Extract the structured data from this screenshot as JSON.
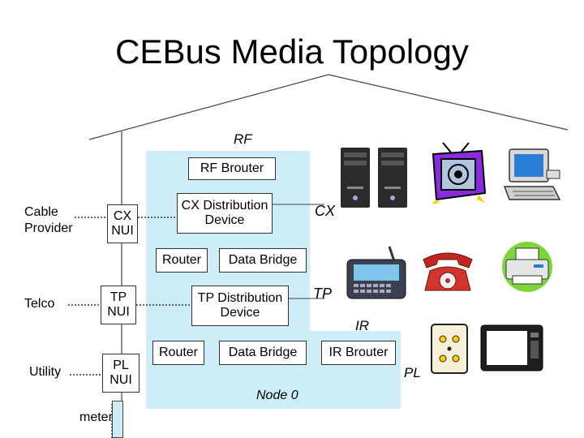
{
  "title": "CEBus Media Topology",
  "labels": {
    "rf": "RF",
    "cx": "CX",
    "tp": "TP",
    "ir": "IR",
    "pl": "PL",
    "node": "Node 0",
    "cable_provider": "Cable\nProvider",
    "telco": "Telco",
    "utility": "Utility",
    "meter": "meter"
  },
  "boxes": {
    "rf_brouter": "RF Brouter",
    "cx_distribution": "CX Distribution\nDevice",
    "cx_nui": "CX\nNUI",
    "router_top": "Router",
    "data_bridge_top": "Data Bridge",
    "tp_nui": "TP\nNUI",
    "tp_distribution": "TP Distribution\nDevice",
    "pl_nui": "PL\nNUI",
    "router_bottom": "Router",
    "data_bridge_bottom": "Data Bridge",
    "ir_brouter": "IR Brouter"
  },
  "colors": {
    "node_panel": "#cdeef7",
    "meter_fill": "#cdeef7",
    "line": "#444444"
  },
  "devices": [
    {
      "name": "tower-computer-1-icon"
    },
    {
      "name": "tower-computer-2-icon"
    },
    {
      "name": "television-icon"
    },
    {
      "name": "desktop-pc-icon"
    },
    {
      "name": "pda-icon"
    },
    {
      "name": "telephone-icon"
    },
    {
      "name": "fax-printer-icon"
    },
    {
      "name": "power-outlet-icon"
    },
    {
      "name": "microwave-icon"
    }
  ]
}
